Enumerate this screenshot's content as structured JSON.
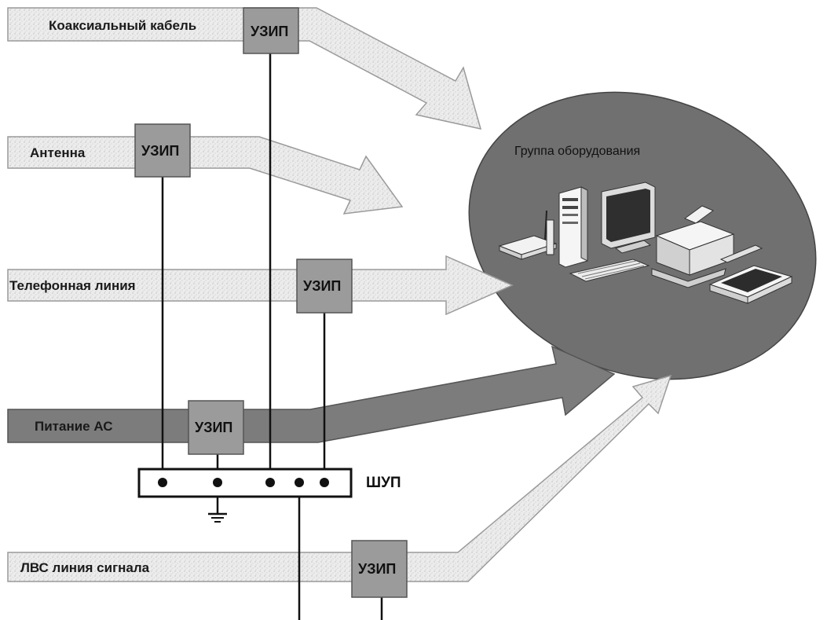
{
  "colors": {
    "arrow_light": "#e6e6e6",
    "arrow_light_edge": "#9a9a9a",
    "arrow_dark": "#7a7a7a",
    "device_box": "#999999",
    "ellipse": "#6f6f6f",
    "wire": "#111111"
  },
  "lines": {
    "coax": "Коаксиальный кабель",
    "antenna": "Антенна",
    "phone": "Телефонная линия",
    "power": "Питание АС",
    "lan": "ЛВС линия сигнала"
  },
  "spd_label": "УЗИП",
  "equipment_group": "Группа оборудования",
  "bus_label": "ШУП",
  "icons": [
    "modem-icon",
    "pc-tower-icon",
    "monitor-icon",
    "keyboard-icon",
    "printer-icon",
    "scanner-icon",
    "ground-symbol-icon"
  ]
}
